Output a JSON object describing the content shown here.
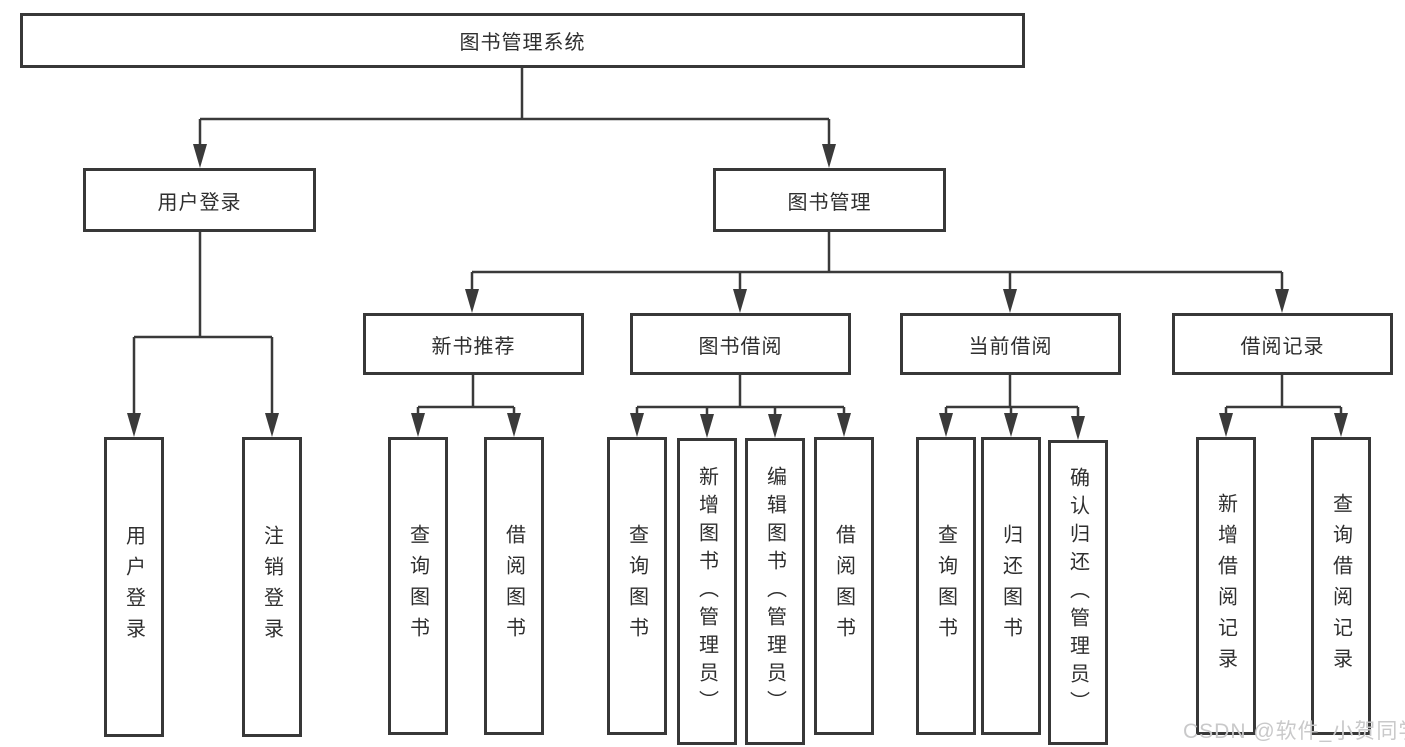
{
  "tree": {
    "label": "图书管理系统",
    "children": [
      {
        "label": "用户登录",
        "children": [
          {
            "label": "用户登录"
          },
          {
            "label": "注销登录"
          }
        ]
      },
      {
        "label": "图书管理",
        "children": [
          {
            "label": "新书推荐",
            "children": [
              {
                "label": "查询图书"
              },
              {
                "label": "借阅图书"
              }
            ]
          },
          {
            "label": "图书借阅",
            "children": [
              {
                "label": "查询图书"
              },
              {
                "label": "新增图书（管理员）"
              },
              {
                "label": "编辑图书（管理员）"
              },
              {
                "label": "借阅图书"
              }
            ]
          },
          {
            "label": "当前借阅",
            "children": [
              {
                "label": "查询图书"
              },
              {
                "label": "归还图书"
              },
              {
                "label": "确认归还（管理员）"
              }
            ]
          },
          {
            "label": "借阅记录",
            "children": [
              {
                "label": "新增借阅记录"
              },
              {
                "label": "查询借阅记录"
              }
            ]
          }
        ]
      }
    ]
  },
  "colors": {
    "line": "#3a3a3a",
    "border": "#383838",
    "text": "#2f2f2f",
    "watermark": "#c9c9ca"
  },
  "watermark": {
    "text": "CSDN @软件_小贺同学"
  }
}
